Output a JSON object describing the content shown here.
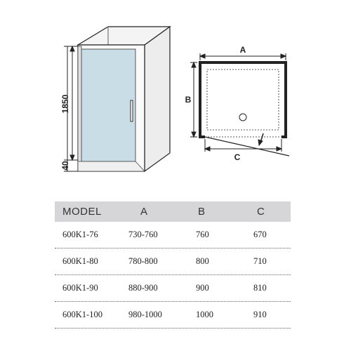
{
  "diagram": {
    "height_label_main": "1850",
    "height_label_base": "40",
    "plan_label_width": "A",
    "plan_label_depth": "B",
    "plan_label_opening": "C"
  },
  "table": {
    "headers": [
      "MODEL",
      "A",
      "B",
      "C"
    ],
    "rows": [
      [
        "600K1-76",
        "730-760",
        "760",
        "670"
      ],
      [
        "600K1-80",
        "780-800",
        "800",
        "710"
      ],
      [
        "600K1-90",
        "880-900",
        "900",
        "810"
      ],
      [
        "600K1-100",
        "980-1000",
        "1000",
        "910"
      ]
    ]
  },
  "colors": {
    "glass": "#c9dde6",
    "header_bg": "#d6d6d8",
    "line": "#222222"
  }
}
